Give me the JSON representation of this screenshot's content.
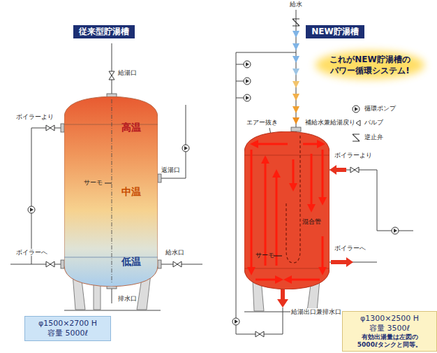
{
  "diagram": {
    "nodes": [
      {
        "text": [
          "従来型貯湯槽"
        ]
      },
      {
        "text": [
          "高温",
          "サーモ",
          "中温",
          "低温"
        ]
      },
      {
        "text": [
          "φ1500×2700 H",
          "容量 5000ℓ"
        ]
      },
      {
        "text": [
          "NEW貯湯槽"
        ]
      },
      {
        "text": [
          "混合管",
          "サーモ"
        ]
      },
      {
        "text": [
          "φ1300×2500 H",
          "容量 3500ℓ",
          "有効出湯量は左図の 5000ℓタンクと同等。"
        ]
      }
    ],
    "labels": [
      "給湯口",
      "ボイラーより",
      "返湯口",
      "ボイラーへ",
      "給水口",
      "排水口",
      "給水",
      "これがNEW貯湯槽の パワー循環システム!",
      "エアー抜き",
      "補給水兼給湯戻り",
      "ボイラーより",
      "ボイラーへ",
      "給湯出口兼排水口"
    ],
    "legend": [
      {
        "text": "循環ポンプ"
      },
      {
        "text": "バルブ"
      },
      {
        "text": "逆止弁"
      }
    ]
  }
}
